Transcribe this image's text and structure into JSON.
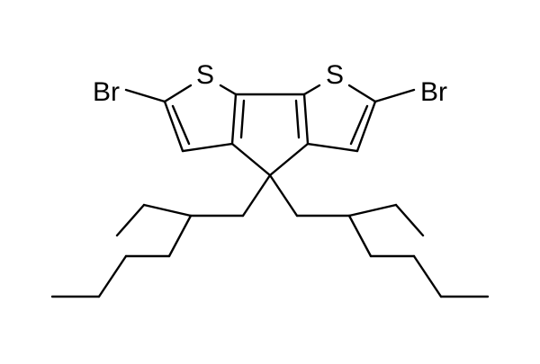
{
  "molecule": {
    "atom_labels": {
      "sulfur_left": "S",
      "sulfur_right": "S",
      "bromine_left": "Br",
      "bromine_right": "Br"
    },
    "colors": {
      "line": "#000000",
      "background": "#ffffff"
    }
  }
}
